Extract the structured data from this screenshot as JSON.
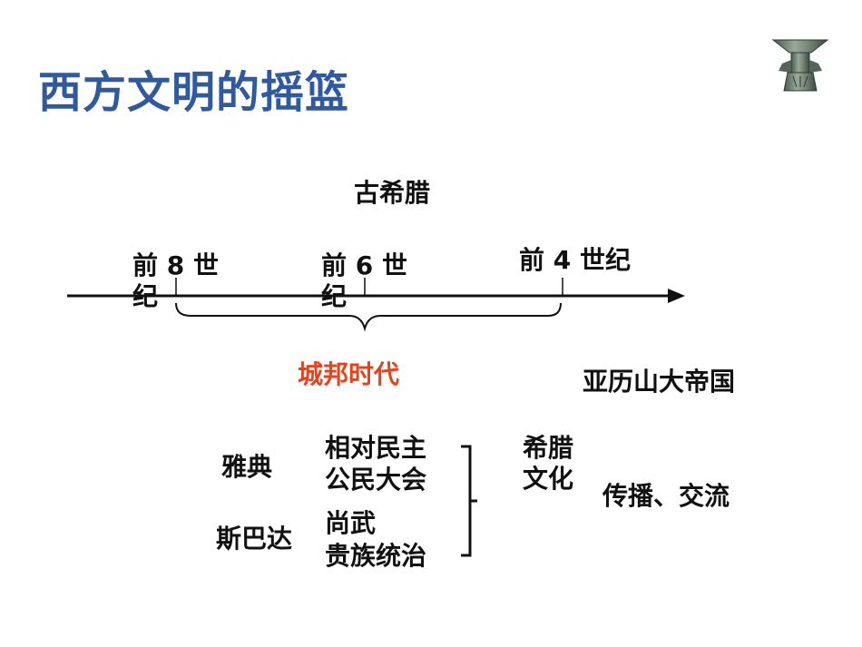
{
  "title": "西方文明的摇篮",
  "greece": "古希腊",
  "timeline": {
    "tick1": "前 8 世纪",
    "tick2": "前 6 世纪",
    "tick3": "前 4 世纪"
  },
  "city_state_era": "城邦时代",
  "alexander_empire": "亚历山大帝国",
  "athens": {
    "name": "雅典",
    "trait1": "相对民主",
    "trait2": "公民大会"
  },
  "sparta": {
    "name": "斯巴达",
    "trait1": "尚武",
    "trait2": "贵族统治"
  },
  "greek_culture": "希腊文化",
  "spread": "传播、交流",
  "colors": {
    "title": "#2f5aa0",
    "highlight": "#e8421a",
    "text": "#111111"
  }
}
